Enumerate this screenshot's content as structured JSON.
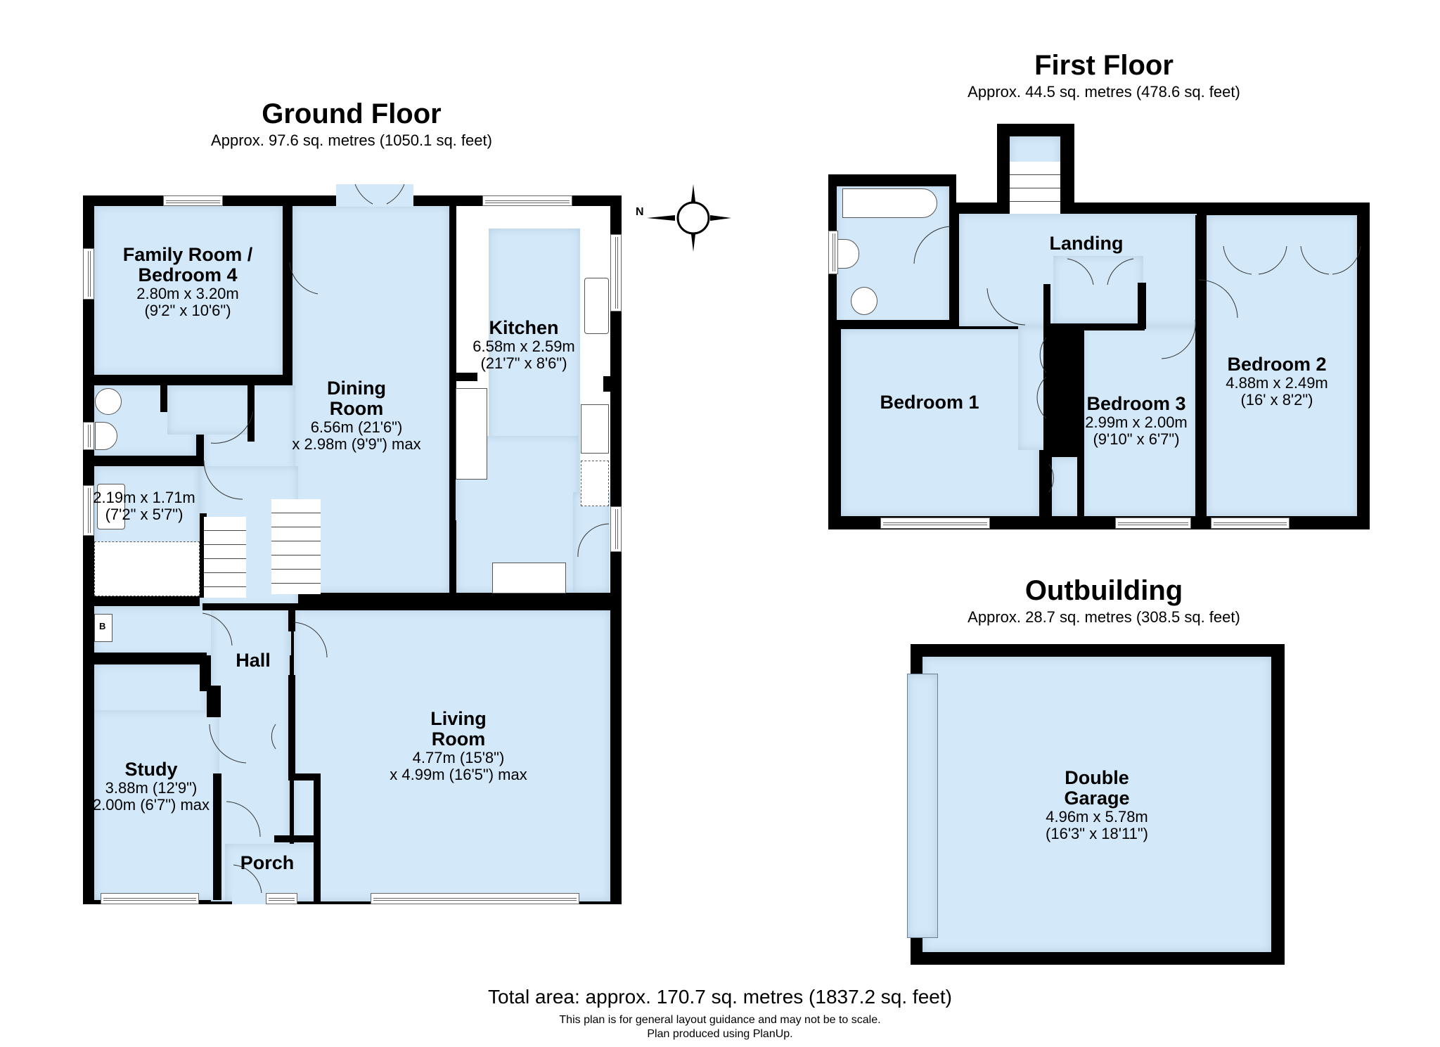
{
  "colors": {
    "room_fill": "#d3e9f9",
    "wall": "#000000",
    "background": "#ffffff"
  },
  "ground_floor": {
    "title": "Ground Floor",
    "area": "Approx. 97.6 sq. metres (1050.1 sq. feet)",
    "rooms": {
      "family_room": {
        "name_line1": "Family Room /",
        "name_line2": "Bedroom 4",
        "dim1": "2.80m x 3.20m",
        "dim2": "(9'2\" x 10'6\")"
      },
      "dining_room": {
        "name_line1": "Dining",
        "name_line2": "Room",
        "dim1": "6.56m (21'6\")",
        "dim2": "x 2.98m (9'9\") max"
      },
      "kitchen": {
        "name": "Kitchen",
        "dim1": "6.58m x 2.59m",
        "dim2": "(21'7\" x 8'6\")"
      },
      "utility": {
        "dim1": "2.19m x 1.71m",
        "dim2": "(7'2\" x 5'7\")"
      },
      "hall": {
        "name": "Hall"
      },
      "boiler": {
        "label": "B"
      },
      "study": {
        "name": "Study",
        "dim1": "3.88m (12'9\")",
        "dim2": "2.00m (6'7\") max"
      },
      "porch": {
        "name": "Porch"
      },
      "living_room": {
        "name_line1": "Living",
        "name_line2": "Room",
        "dim1": "4.77m (15'8\")",
        "dim2": "x 4.99m (16'5\") max"
      }
    }
  },
  "compass": {
    "north_label": "N"
  },
  "first_floor": {
    "title": "First Floor",
    "area": "Approx. 44.5 sq. metres (478.6 sq. feet)",
    "rooms": {
      "landing": {
        "name": "Landing"
      },
      "bedroom1": {
        "name": "Bedroom 1"
      },
      "bedroom3": {
        "name": "Bedroom 3",
        "dim1": "2.99m x 2.00m",
        "dim2": "(9'10\" x 6'7\")"
      },
      "bedroom2": {
        "name": "Bedroom 2",
        "dim1": "4.88m x 2.49m",
        "dim2": "(16' x 8'2\")"
      }
    }
  },
  "outbuilding": {
    "title": "Outbuilding",
    "area": "Approx. 28.7 sq. metres (308.5 sq. feet)",
    "rooms": {
      "garage": {
        "name_line1": "Double",
        "name_line2": "Garage",
        "dim1": "4.96m x 5.78m",
        "dim2": "(16'3\" x 18'11\")"
      }
    }
  },
  "footer": {
    "total": "Total area: approx. 170.7 sq. metres (1837.2 sq. feet)",
    "disclaimer": "This plan is for general layout guidance and may not be to scale.",
    "credit": "Plan produced using PlanUp."
  }
}
